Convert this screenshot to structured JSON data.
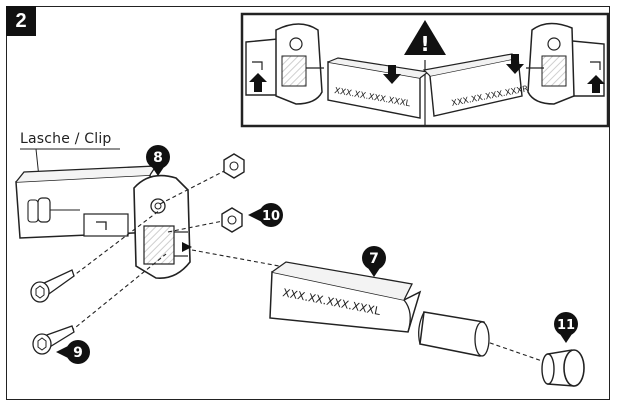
{
  "step_number": "2",
  "warning_symbol": "!",
  "clip_label": "Lasche / Clip",
  "tube_marking": "XXX.XX.XXX.XXXL",
  "inset_markings": {
    "left": "XXX.XX.XXX.XXXL",
    "right": "XXX.XX.XXX.XXXR"
  },
  "callouts": {
    "holder": "8",
    "tube": "7",
    "screw": "9",
    "nut": "10",
    "end_cap": "11"
  },
  "icons": [
    "warning-triangle-icon",
    "arrow-up-icon",
    "arrow-down-icon"
  ],
  "colors": {
    "ink": "#111111",
    "line": "#222222",
    "fill": "#ffffff",
    "shade": "#dcdcdc"
  }
}
